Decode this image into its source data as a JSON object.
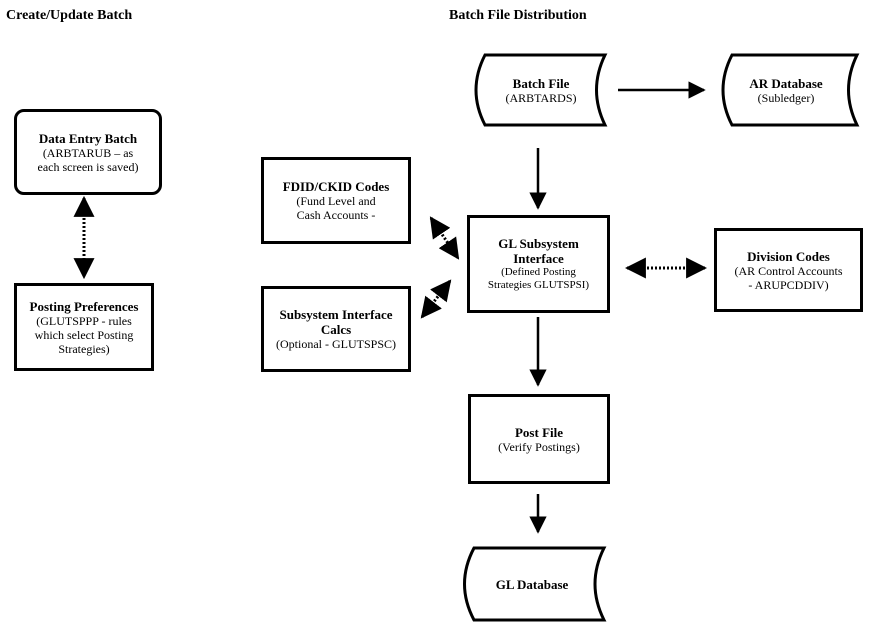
{
  "headings": {
    "left": "Create/Update Batch",
    "right": "Batch File Distribution"
  },
  "nodes": {
    "data_entry_batch": {
      "title": "Data Entry Batch",
      "lines": [
        "(ARBTARUB – as",
        "each screen is saved)"
      ]
    },
    "posting_preferences": {
      "title": "Posting Preferences",
      "lines": [
        "(GLUTSPPP - rules",
        "which select Posting",
        "Strategies)"
      ]
    },
    "fdid_ckid": {
      "title": "FDID/CKID Codes",
      "lines": [
        "(Fund Level and",
        "Cash Accounts -"
      ]
    },
    "subsystem_calcs": {
      "title_lines": [
        "Subsystem Interface",
        "Calcs"
      ],
      "lines": [
        "(Optional - GLUTSPSC)"
      ]
    },
    "batch_file": {
      "title": "Batch File",
      "lines": [
        "(ARBTARDS)"
      ]
    },
    "ar_database": {
      "title": "AR Database",
      "lines": [
        "(Subledger)"
      ]
    },
    "gl_subsystem": {
      "title_lines": [
        "GL Subsystem",
        "Interface"
      ],
      "lines": [
        "(Defined Posting",
        "Strategies GLUTSPSI)"
      ]
    },
    "division_codes": {
      "title": "Division Codes",
      "lines": [
        "(AR Control Accounts",
        "- ARUPCDDIV)"
      ]
    },
    "post_file": {
      "title": "Post File",
      "lines": [
        "(Verify Postings)"
      ]
    },
    "gl_database": {
      "title": "GL Database"
    }
  }
}
